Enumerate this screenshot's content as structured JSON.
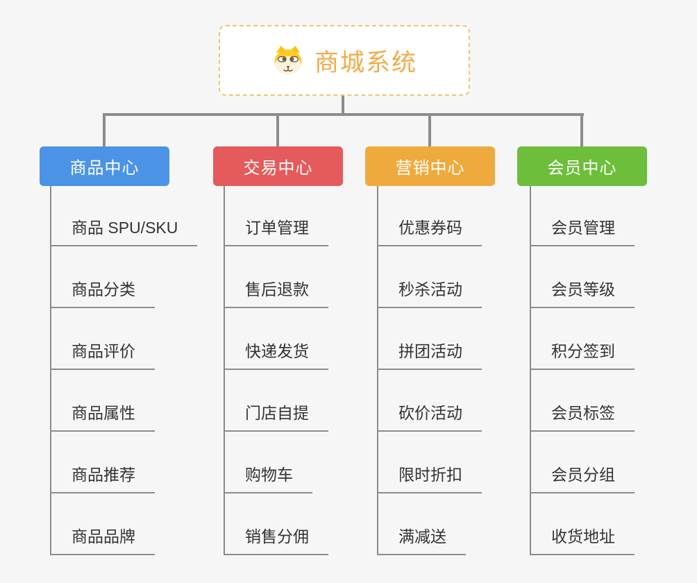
{
  "root": {
    "title": "商城系统",
    "accent_color": "#f0ac49",
    "border_color": "#eec379",
    "icon": "dog-icon"
  },
  "connector_color": "#8c8c8c",
  "branches": [
    {
      "label": "商品中心",
      "color": "#4b93e6",
      "items": [
        "商品 SPU/SKU",
        "商品分类",
        "商品评价",
        "商品属性",
        "商品推荐",
        "商品品牌"
      ]
    },
    {
      "label": "交易中心",
      "color": "#e55a5b",
      "items": [
        "订单管理",
        "售后退款",
        "快递发货",
        "门店自提",
        "购物车",
        "销售分佣"
      ]
    },
    {
      "label": "营销中心",
      "color": "#efaa3d",
      "items": [
        "优惠券码",
        "秒杀活动",
        "拼团活动",
        "砍价活动",
        "限时折扣",
        "满减送"
      ]
    },
    {
      "label": "会员中心",
      "color": "#6cbe3b",
      "items": [
        "会员管理",
        "会员等级",
        "积分签到",
        "会员标签",
        "会员分组",
        "收货地址"
      ]
    }
  ]
}
